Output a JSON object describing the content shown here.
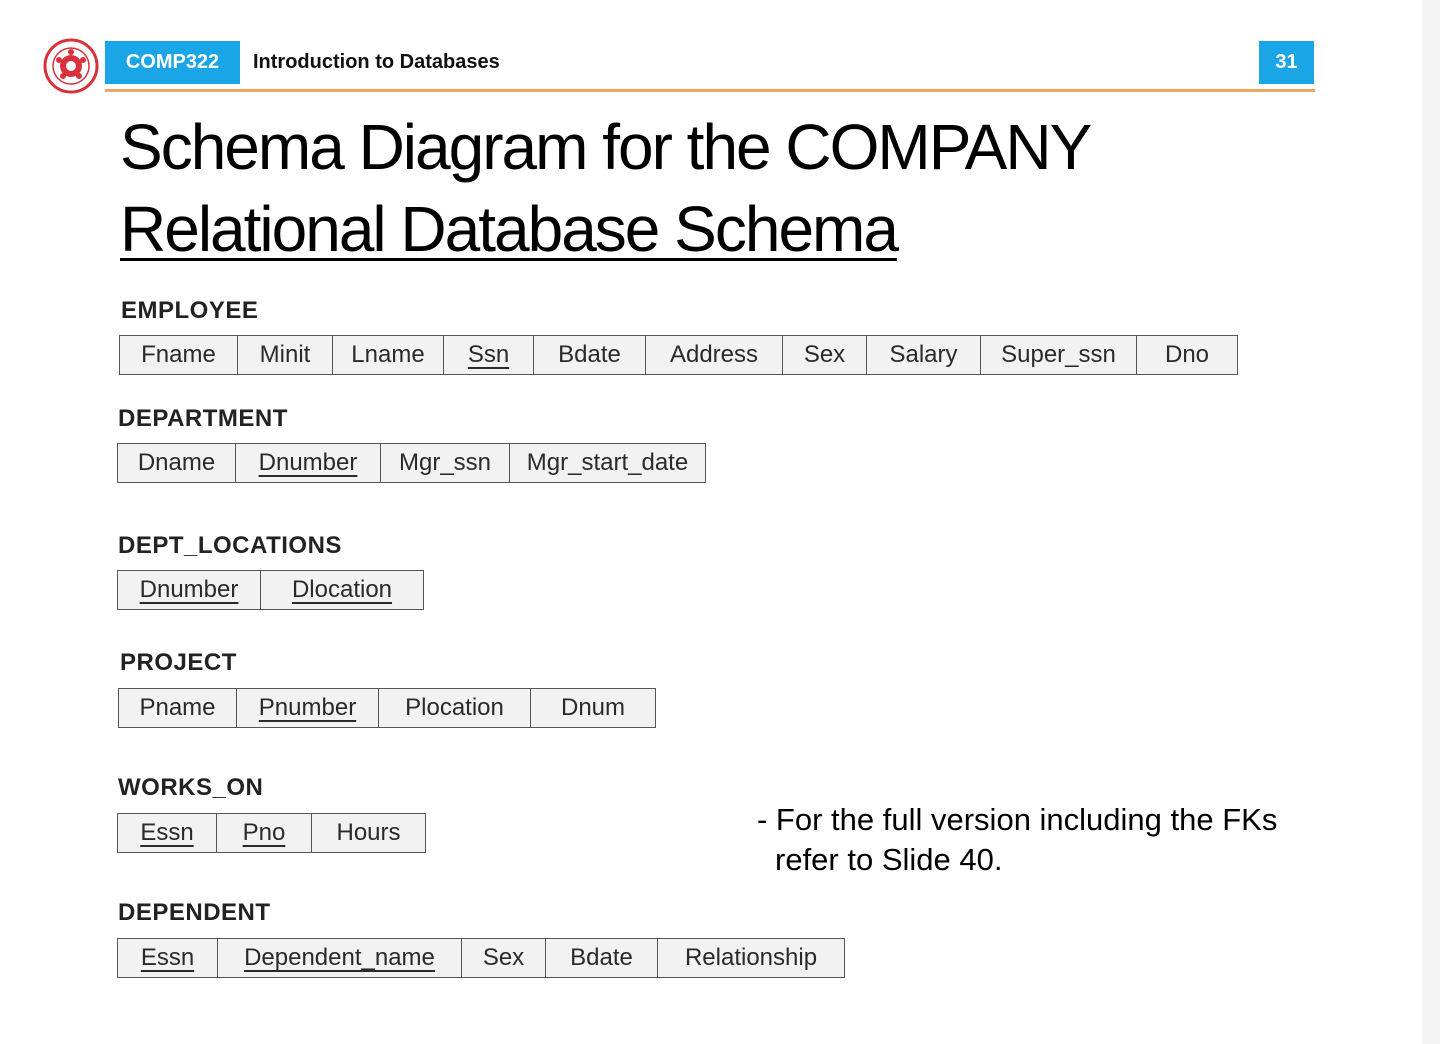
{
  "header": {
    "course_code": "COMP322",
    "course_name": "Introduction to Databases",
    "page_number": "31",
    "accent_color": "#1aa6e6",
    "rule_color": "#f0a463",
    "logo_icon": "university-seal-icon"
  },
  "title": {
    "line1": "Schema Diagram for the COMPANY",
    "line2": "Relational Database Schema"
  },
  "relations": [
    {
      "name": "EMPLOYEE",
      "attributes": [
        {
          "label": "Fname",
          "pk": false
        },
        {
          "label": "Minit",
          "pk": false
        },
        {
          "label": "Lname",
          "pk": false
        },
        {
          "label": "Ssn",
          "pk": true
        },
        {
          "label": "Bdate",
          "pk": false
        },
        {
          "label": "Address",
          "pk": false
        },
        {
          "label": "Sex",
          "pk": false
        },
        {
          "label": "Salary",
          "pk": false
        },
        {
          "label": "Super_ssn",
          "pk": false
        },
        {
          "label": "Dno",
          "pk": false
        }
      ]
    },
    {
      "name": "DEPARTMENT",
      "attributes": [
        {
          "label": "Dname",
          "pk": false
        },
        {
          "label": "Dnumber",
          "pk": true
        },
        {
          "label": "Mgr_ssn",
          "pk": false
        },
        {
          "label": "Mgr_start_date",
          "pk": false
        }
      ]
    },
    {
      "name": "DEPT_LOCATIONS",
      "attributes": [
        {
          "label": "Dnumber",
          "pk": true
        },
        {
          "label": "Dlocation",
          "pk": true
        }
      ]
    },
    {
      "name": "PROJECT",
      "attributes": [
        {
          "label": "Pname",
          "pk": false
        },
        {
          "label": "Pnumber",
          "pk": true
        },
        {
          "label": "Plocation",
          "pk": false
        },
        {
          "label": "Dnum",
          "pk": false
        }
      ]
    },
    {
      "name": "WORKS_ON",
      "attributes": [
        {
          "label": "Essn",
          "pk": true
        },
        {
          "label": "Pno",
          "pk": true
        },
        {
          "label": "Hours",
          "pk": false
        }
      ]
    },
    {
      "name": "DEPENDENT",
      "attributes": [
        {
          "label": "Essn",
          "pk": true
        },
        {
          "label": "Dependent_name",
          "pk": true
        },
        {
          "label": "Sex",
          "pk": false
        },
        {
          "label": "Bdate",
          "pk": false
        },
        {
          "label": "Relationship",
          "pk": false
        }
      ]
    }
  ],
  "note": {
    "line1": "- For the full version including the FKs",
    "line2": "refer to Slide 40."
  }
}
